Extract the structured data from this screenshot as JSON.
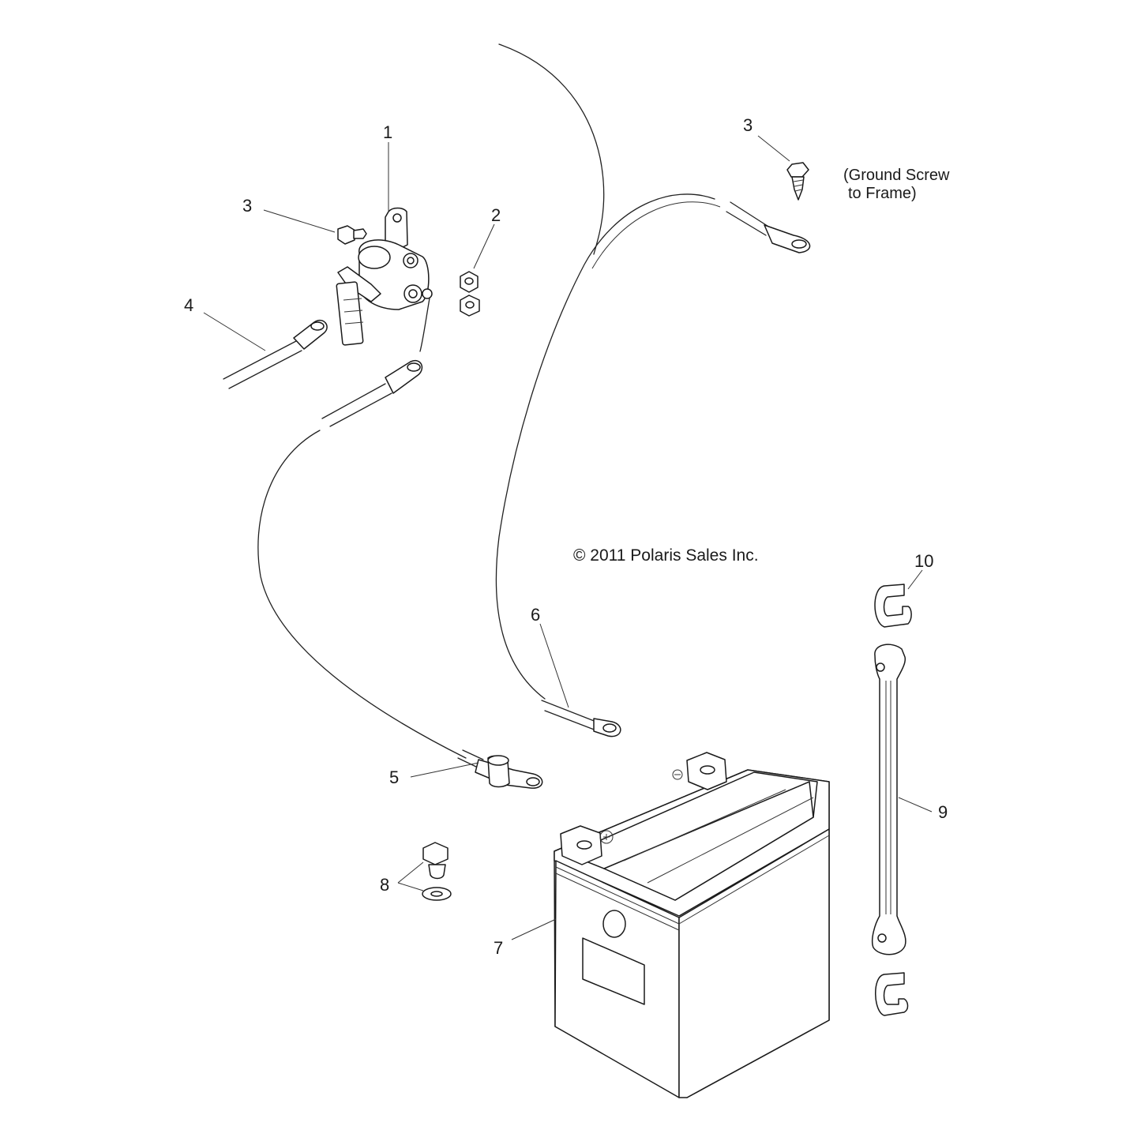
{
  "copyright": "© 2011 Polaris Sales Inc.",
  "note": {
    "line1": "(Ground Screw",
    "line2": "to Frame)"
  },
  "callouts": {
    "c1": "1",
    "c2": "2",
    "c3a": "3",
    "c3b": "3",
    "c4": "4",
    "c5": "5",
    "c6": "6",
    "c7": "7",
    "c8": "8",
    "c9": "9",
    "c10": "10"
  }
}
